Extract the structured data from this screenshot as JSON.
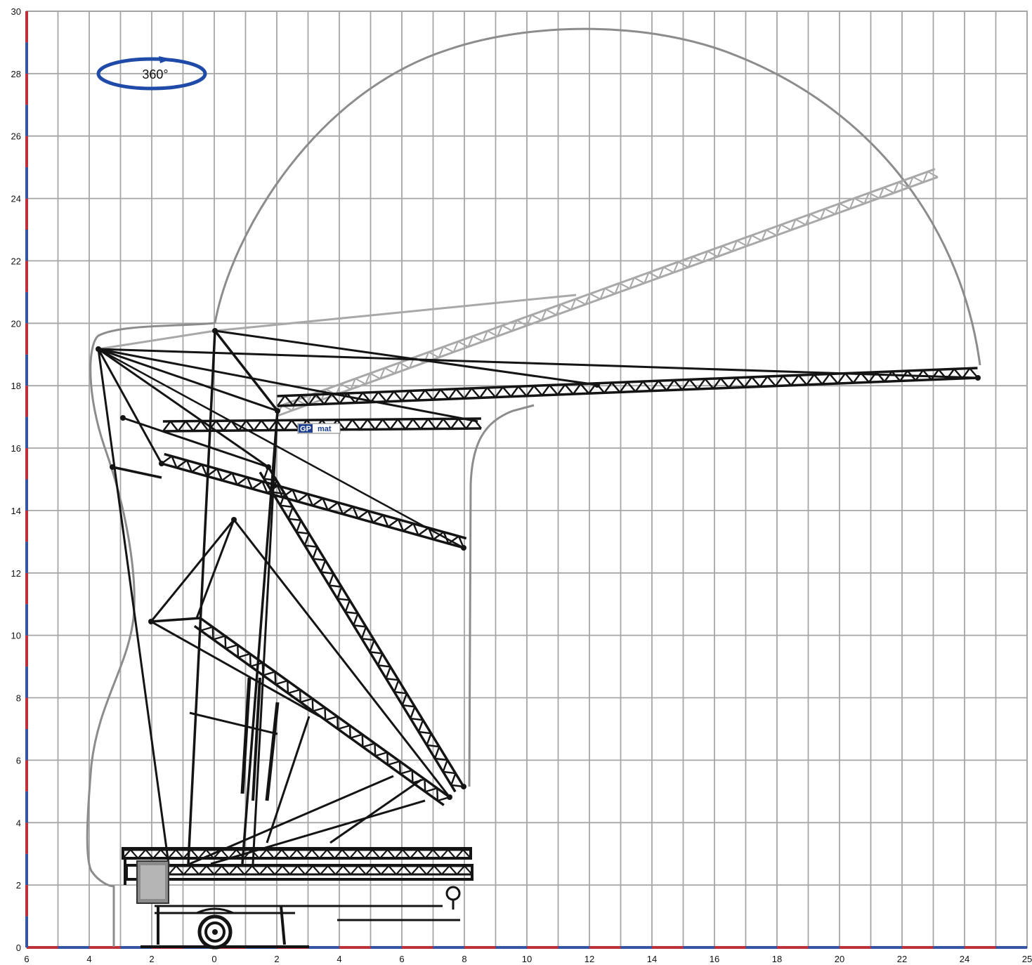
{
  "diagram": {
    "rotation_label": "360°",
    "brand": {
      "part1": "GP",
      "part2": "mat"
    },
    "x_ticks": [
      "6",
      "4",
      "2",
      "0",
      "2",
      "4",
      "6",
      "8",
      "10",
      "12",
      "14",
      "16",
      "18",
      "20",
      "22",
      "24",
      "25"
    ],
    "y_ticks": [
      "0",
      "2",
      "4",
      "6",
      "8",
      "10",
      "12",
      "14",
      "16",
      "18",
      "20",
      "22",
      "24",
      "26",
      "28",
      "30"
    ],
    "colors": {
      "grid": "#a6a6a6",
      "envelope": "#8c8c8c",
      "crane": "#141414",
      "crane_raised": "#a8a8a8",
      "axis_red": "#c0303a",
      "axis_blue": "#3355a3",
      "rotation_arrow": "#1f4aa8"
    },
    "icons": [
      "rotation-arrow-icon",
      "crane-truck-icon",
      "brand-logo-icon"
    ]
  }
}
